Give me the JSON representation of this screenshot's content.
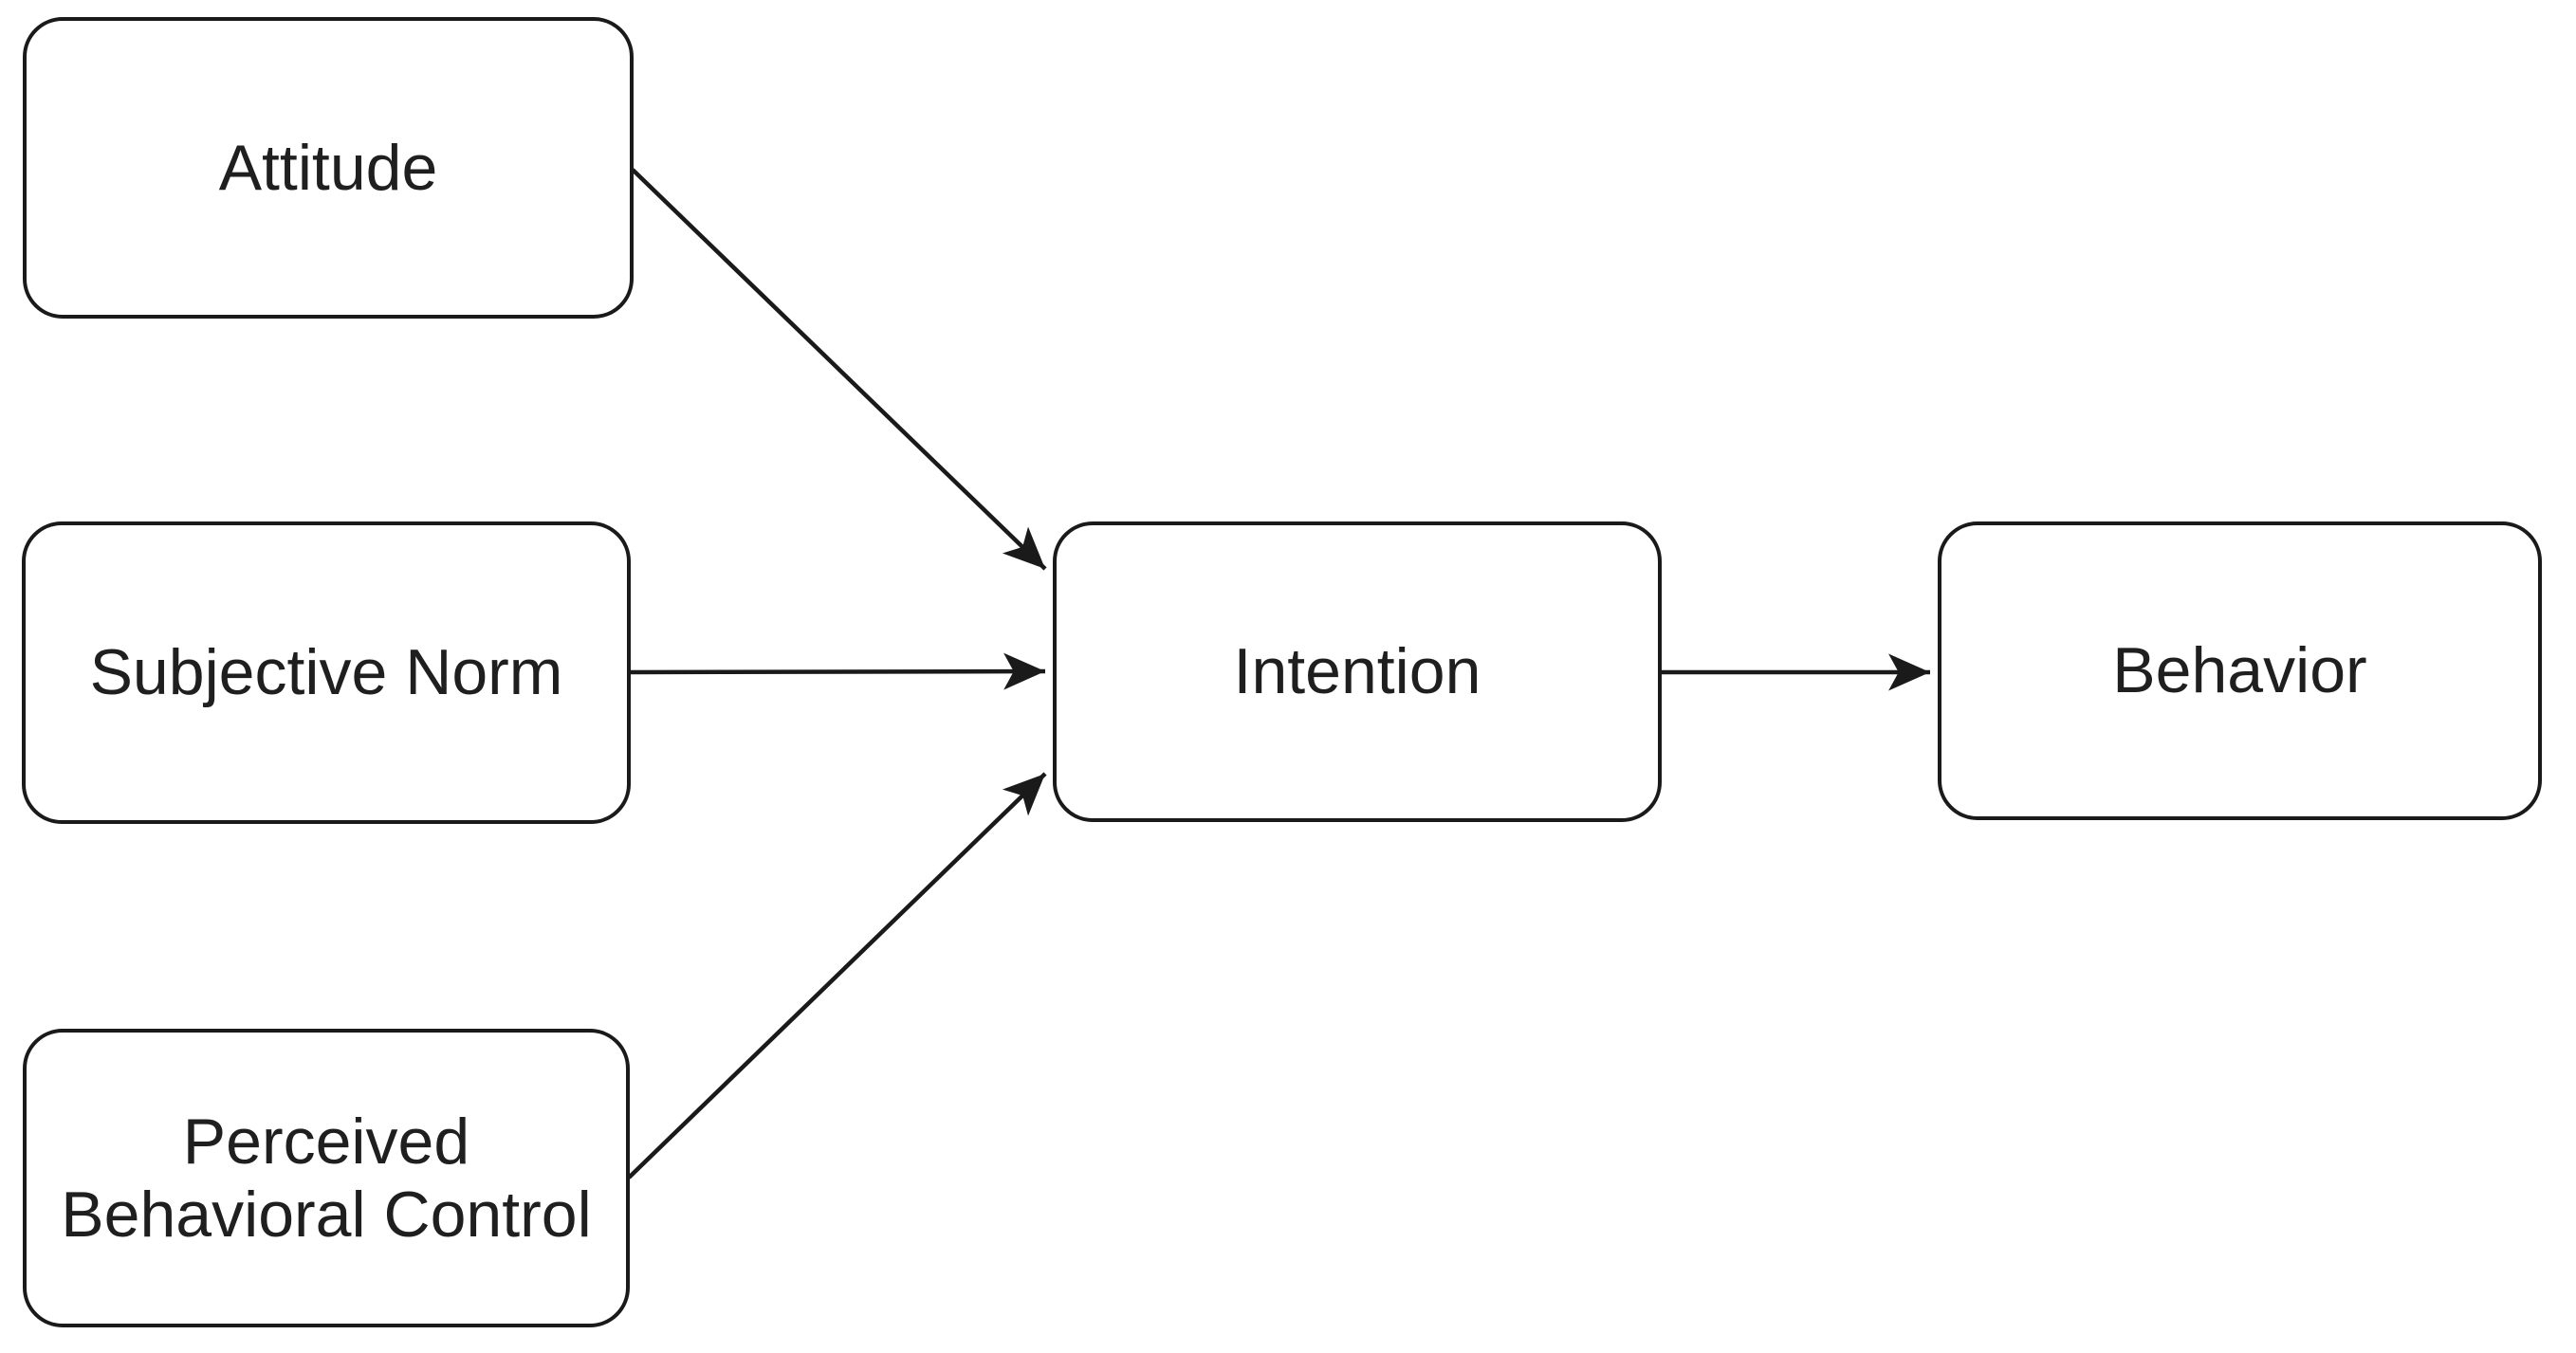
{
  "diagram": {
    "type": "flowchart",
    "background": "#ffffff",
    "nodes": [
      {
        "id": "attitude",
        "lines": [
          "Attitude"
        ]
      },
      {
        "id": "subjective-norm",
        "lines": [
          "Subjective Norm"
        ]
      },
      {
        "id": "perceived-behavioral-control",
        "lines": [
          "Perceived",
          "Behavioral Control"
        ]
      },
      {
        "id": "intention",
        "lines": [
          "Intention"
        ]
      },
      {
        "id": "behavior",
        "lines": [
          "Behavior"
        ]
      }
    ],
    "edges": [
      {
        "from": "attitude",
        "to": "intention"
      },
      {
        "from": "subjective-norm",
        "to": "intention"
      },
      {
        "from": "perceived-behavioral-control",
        "to": "intention"
      },
      {
        "from": "intention",
        "to": "behavior"
      }
    ],
    "colors": {
      "node_fill": "#ffffff",
      "node_border": "#1a1a1a",
      "edge_stroke": "#1a1a1a",
      "label_text": "#1f1f1f"
    }
  }
}
